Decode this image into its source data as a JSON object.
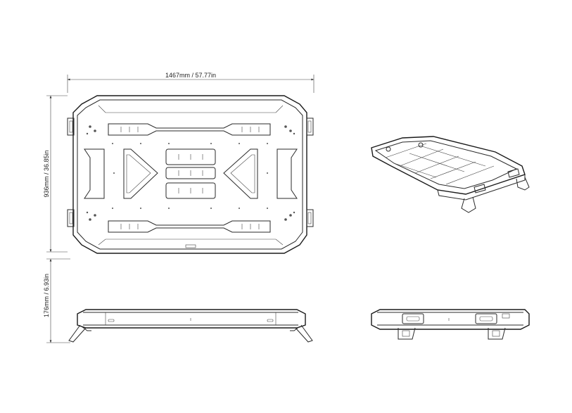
{
  "dimensions": {
    "width_label": "1467mm / 57.77in",
    "depth_label": "936mm / 36.85in",
    "height_label": "176mm / 6.93in"
  },
  "views": [
    "top-view",
    "isometric-view",
    "side-view",
    "front-view"
  ],
  "colors": {
    "line": "#2a2a2a",
    "background": "#ffffff"
  }
}
